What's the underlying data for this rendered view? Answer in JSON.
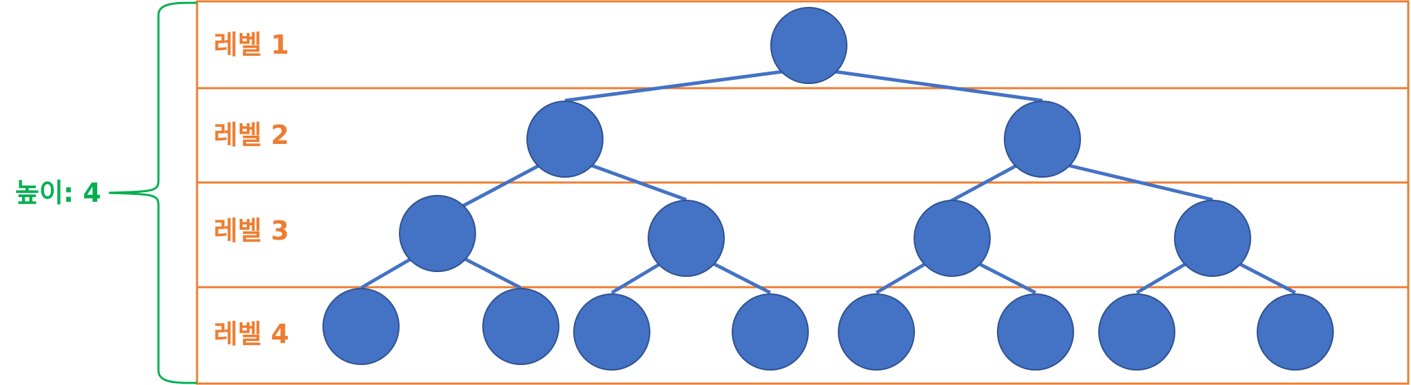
{
  "levels": [
    {
      "label": "레벨 1"
    },
    {
      "label": "레벨 2"
    },
    {
      "label": "레벨 3"
    },
    {
      "label": "레벨 4"
    }
  ],
  "height_label": "높이: 4",
  "tree": {
    "depth": 4,
    "node_count": 15
  },
  "colors": {
    "level": "#ED7D31",
    "node": "#4472C4",
    "edge": "#4472C4",
    "brace": "#00B050"
  }
}
